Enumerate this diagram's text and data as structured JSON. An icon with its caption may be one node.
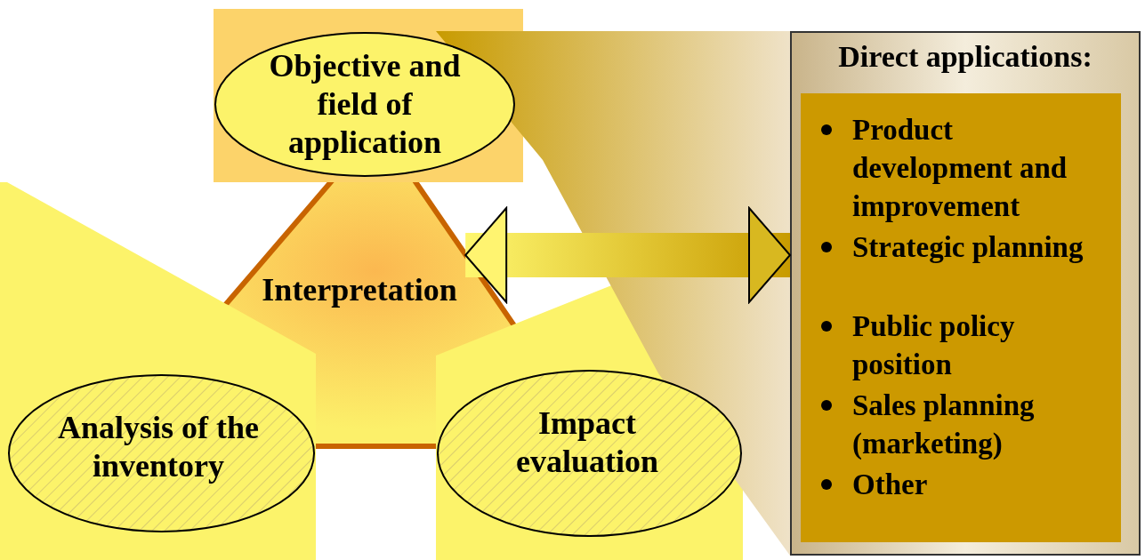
{
  "diagram": {
    "nodes": [
      {
        "text": [
          "Objective and field of application"
        ]
      },
      {
        "text": [
          "Interpretation"
        ]
      },
      {
        "text": [
          "Analysis of the inventory"
        ]
      },
      {
        "text": [
          "Impact evaluation"
        ]
      },
      {
        "text": [
          "Direct applications:",
          "Product development and improvement",
          "Strategic planning",
          "Public policy position",
          "Sales planning (marketing)",
          "Other"
        ]
      }
    ],
    "edges": [
      {
        "from": 1,
        "to": 4,
        "arrow": "both"
      }
    ]
  }
}
